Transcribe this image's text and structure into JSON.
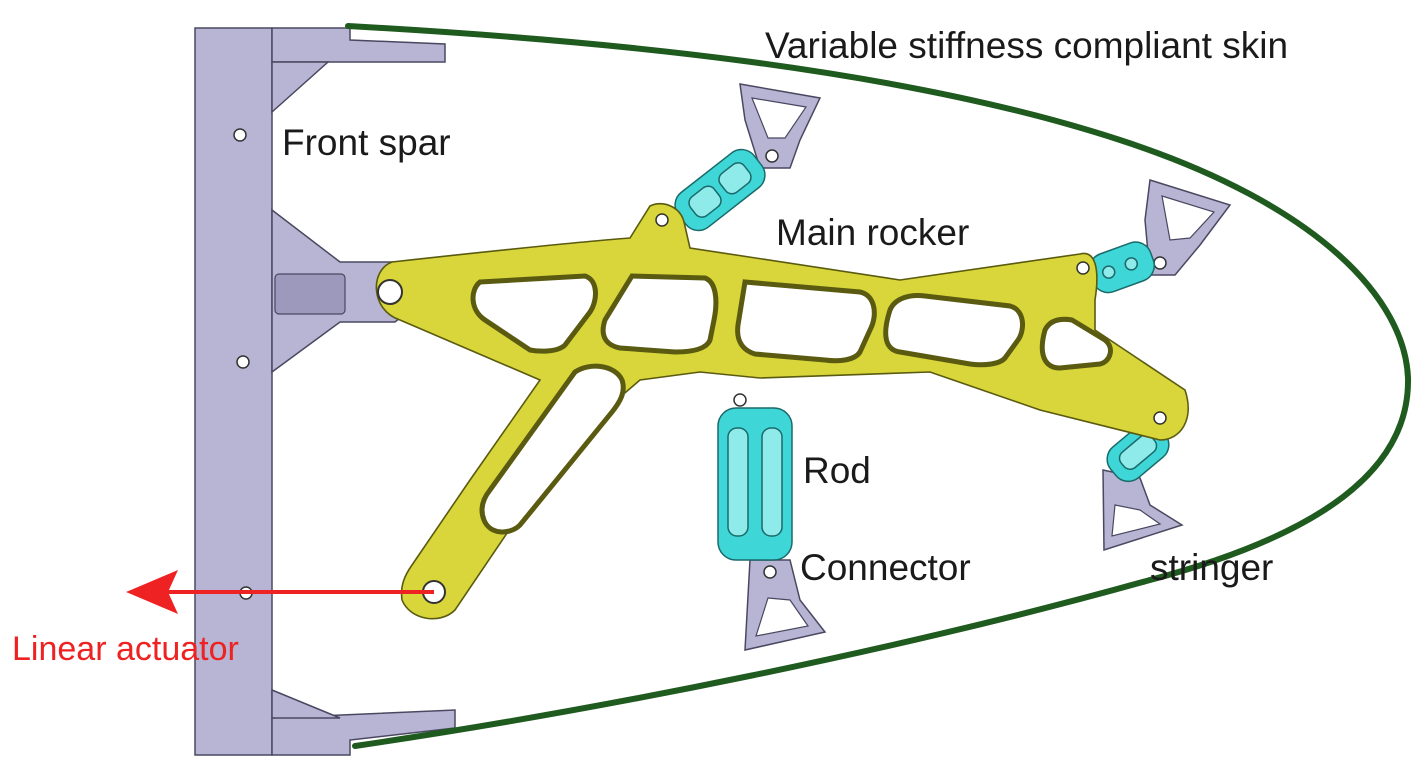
{
  "labels": {
    "skin": "Variable stiffness compliant skin",
    "front_spar": "Front spar",
    "main_rocker": "Main rocker",
    "rod": "Rod",
    "connector": "Connector",
    "stringer": "stringer",
    "linear_actuator": "Linear actuator"
  },
  "colors": {
    "spar": "#b7b4d4",
    "spar_outline": "#4a4860",
    "skin": "#1f5a1f",
    "rocker": "#d8d63a",
    "rocker_outline": "#5a5a10",
    "rod": "#3ed6d6",
    "rod_outline": "#1a6a6a",
    "actuator": "#ee2222",
    "text": "#1a1a1a"
  }
}
